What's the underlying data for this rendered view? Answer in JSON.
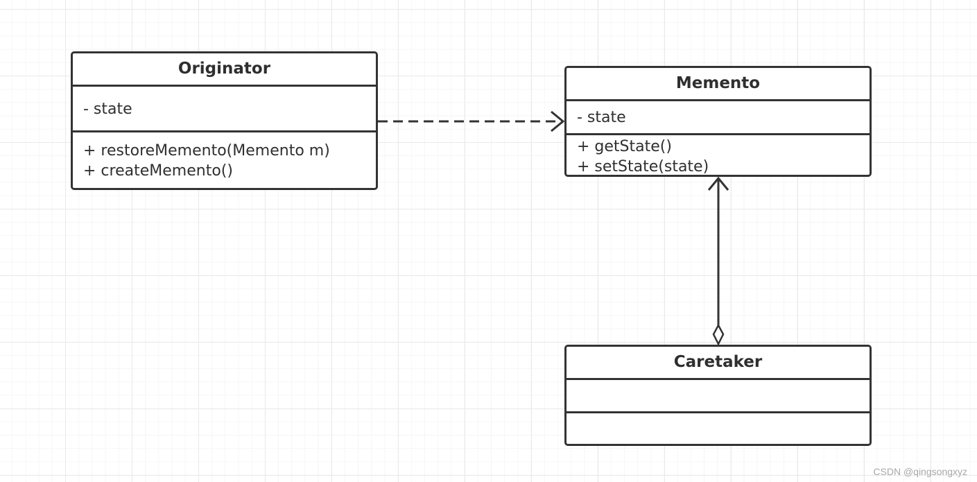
{
  "diagram": {
    "classes": {
      "originator": {
        "name": "Originator",
        "attributes": [
          "- state"
        ],
        "operations": [
          "+ restoreMemento(Memento m)",
          "+ createMemento()"
        ]
      },
      "memento": {
        "name": "Memento",
        "attributes": [
          "- state"
        ],
        "operations": [
          "+ getState()",
          "+ setState(state)"
        ]
      },
      "caretaker": {
        "name": "Caretaker",
        "attributes": [],
        "operations": []
      }
    },
    "relationships": [
      {
        "type": "dependency",
        "from": "Originator",
        "to": "Memento",
        "line": "dashed",
        "arrowhead": "open"
      },
      {
        "type": "aggregation",
        "from": "Caretaker",
        "to": "Memento",
        "line": "solid",
        "arrowhead": "open",
        "tail": "hollow-diamond"
      }
    ]
  },
  "watermark": "CSDN @qingsongxyz",
  "colors": {
    "stroke": "#333333",
    "grid": "#e9e9e9",
    "watermark": "#a8a8a8"
  }
}
